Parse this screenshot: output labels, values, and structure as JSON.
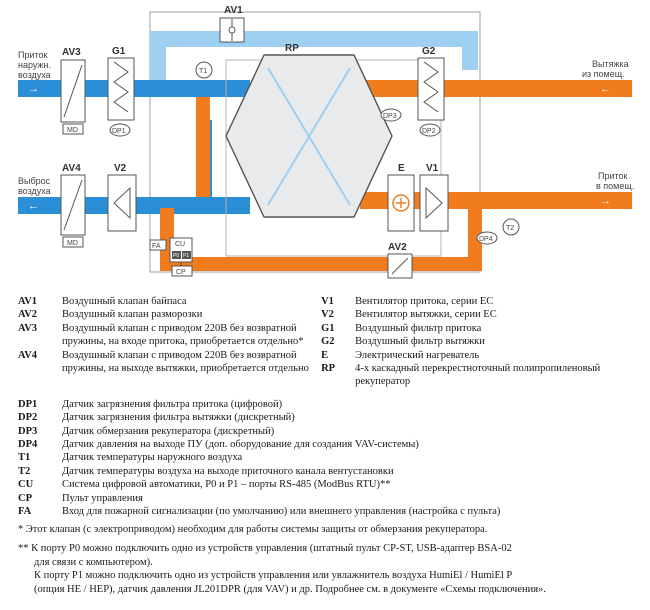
{
  "diagram": {
    "colors": {
      "supply": "#2a8fd6",
      "exhaust": "#f07c1e",
      "supply_light": "#9fd0f2",
      "exhaust_light": "#f8c08a",
      "frame": "#555555"
    },
    "components": {
      "av1": "AV1",
      "av2": "AV2",
      "av3": "AV3",
      "av4": "AV4",
      "g1": "G1",
      "g2": "G2",
      "v1": "V1",
      "v2": "V2",
      "e": "E",
      "rp": "RP",
      "md_top": "MD",
      "md_bottom": "MD",
      "dp1": "DP1",
      "dp2": "DP2",
      "dp3": "DP3",
      "dp4": "DP4",
      "t1": "T1",
      "t2": "T2",
      "fa": "FA",
      "cu": "CU",
      "cp": "CP",
      "p0": "P0",
      "p1": "P1"
    },
    "flows": {
      "outside_air": [
        "Приток",
        "наружн.",
        "воздуха"
      ],
      "exhaust_out": [
        "Выброс",
        "воздуха"
      ],
      "extract_room": [
        "Вытяжка",
        "из помещ."
      ],
      "supply_room": [
        "Приток",
        "в помещ."
      ]
    },
    "icons": [
      "damper-icon",
      "filter-icon",
      "fan-icon",
      "heater-icon",
      "sensor-icon",
      "arrow-icon"
    ]
  },
  "legend": {
    "left": [
      {
        "code": "AV1",
        "text": "Воздушный клапан байпаса"
      },
      {
        "code": "AV2",
        "text": "Воздушный клапан разморозки"
      },
      {
        "code": "AV3",
        "text": "Воздушный клапан с приводом 220В без возвратной пружины, на входе притока, приобретается отдельно*"
      },
      {
        "code": "AV4",
        "text": "Воздушный клапан с приводом 220В без возвратной пружины, на выходе вытяжки, приобретается отдельно"
      }
    ],
    "right": [
      {
        "code": "V1",
        "text": "Вентилятор притока, серии EC"
      },
      {
        "code": "V2",
        "text": "Вентилятор вытяжки, серии EC"
      },
      {
        "code": "G1",
        "text": "Воздушный фильтр притока"
      },
      {
        "code": "G2",
        "text": "Воздушный фильтр вытяжки"
      },
      {
        "code": "E",
        "text": "Электрический нагреватель"
      },
      {
        "code": "RP",
        "text": "4-х каскадный перекрестноточный полипропиленовый рекуператор"
      }
    ],
    "sensors": [
      {
        "code": "DP1",
        "text": "Датчик загрязнения фильтра притока (цифровой)"
      },
      {
        "code": "DP2",
        "text": "Датчик загрязнения фильтра вытяжки (дискретный)"
      },
      {
        "code": "DP3",
        "text": "Датчик обмерзания рекуператора (дискретный)"
      },
      {
        "code": "DP4",
        "text": "Датчик давления на выходе ПУ (доп. оборудование для создания VAV-системы)"
      },
      {
        "code": "T1",
        "text": "Датчик температуры наружного воздуха"
      },
      {
        "code": "T2",
        "text": "Датчик температуры воздуха на выходе приточного канала вентустановки"
      },
      {
        "code": "CU",
        "text": "Система цифровой автоматики, P0 и P1 – порты RS-485 (ModBus RTU)**"
      },
      {
        "code": "CP",
        "text": "Пульт управления"
      },
      {
        "code": "FA",
        "text": "Вход для пожарной сигнализации (по умолчанию) или внешнего управления (настройка с пульта)"
      }
    ]
  },
  "notes": {
    "n1": "* Этот клапан (с электроприводом) необходим для работы системы защиты от обмерзания рекуператора.",
    "n2a": "** К порту P0 можно подключить одно из устройств управления (штатный пульт CP-ST, USB-адаптер BSA-02",
    "n2b": "для связи с компьютером).",
    "n3a": "К порту P1 можно подключить одно из устройств управления или увлажнитель воздуха HumiEl / HumiEl P",
    "n3b": "(опция HE / HEP), датчик давления JL201DPR (для VAV) и др. Подробнее см. в документе «Схемы подключения»."
  }
}
